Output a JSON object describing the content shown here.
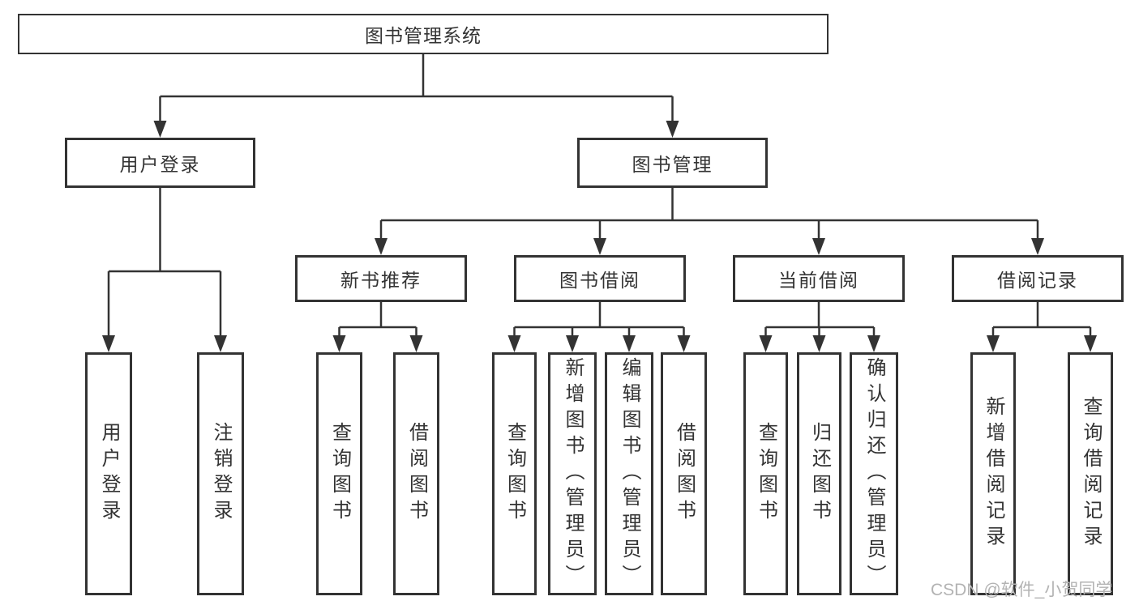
{
  "diagram": {
    "root": {
      "label": "图书管理系统"
    },
    "user_login": {
      "label": "用户登录",
      "leaves": [
        {
          "label": "用户登录"
        },
        {
          "label": "注销登录"
        }
      ]
    },
    "book_management": {
      "label": "图书管理",
      "sections": [
        {
          "label": "新书推荐",
          "leaves": [
            {
              "label": "查询图书"
            },
            {
              "label": "借阅图书"
            }
          ]
        },
        {
          "label": "图书借阅",
          "leaves": [
            {
              "label": "查询图书"
            },
            {
              "label": "新增图书（管理员）"
            },
            {
              "label": "编辑图书（管理员）"
            },
            {
              "label": "借阅图书"
            }
          ]
        },
        {
          "label": "当前借阅",
          "leaves": [
            {
              "label": "查询图书"
            },
            {
              "label": "归还图书"
            },
            {
              "label": "确认归还（管理员）"
            }
          ]
        },
        {
          "label": "借阅记录",
          "leaves": [
            {
              "label": "新增借阅记录"
            },
            {
              "label": "查询借阅记录"
            }
          ]
        }
      ]
    }
  },
  "watermark": {
    "text": "CSDN @软件_小贺同学"
  },
  "colors": {
    "line": "#333333",
    "text": "#333333",
    "background": "#ffffff",
    "watermark": "#b3b3b3"
  }
}
